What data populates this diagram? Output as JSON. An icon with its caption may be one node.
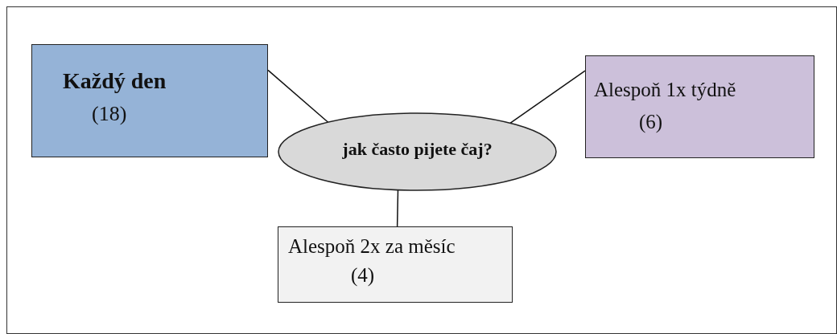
{
  "diagram": {
    "nodes": [
      {
        "text": [
          "Každý den",
          "(18)"
        ]
      },
      {
        "text": [
          "jak často pijete čaj?"
        ]
      },
      {
        "text": [
          "Alespoň 1x týdně",
          "(6)"
        ]
      },
      {
        "text": [
          "Alespoň 2x za měsíc",
          "(4)"
        ]
      }
    ],
    "edges": [
      {
        "from": 0,
        "to": 1,
        "arrow": "none"
      },
      {
        "from": 1,
        "to": 2,
        "arrow": "none"
      },
      {
        "from": 1,
        "to": 3,
        "arrow": "none"
      }
    ]
  }
}
